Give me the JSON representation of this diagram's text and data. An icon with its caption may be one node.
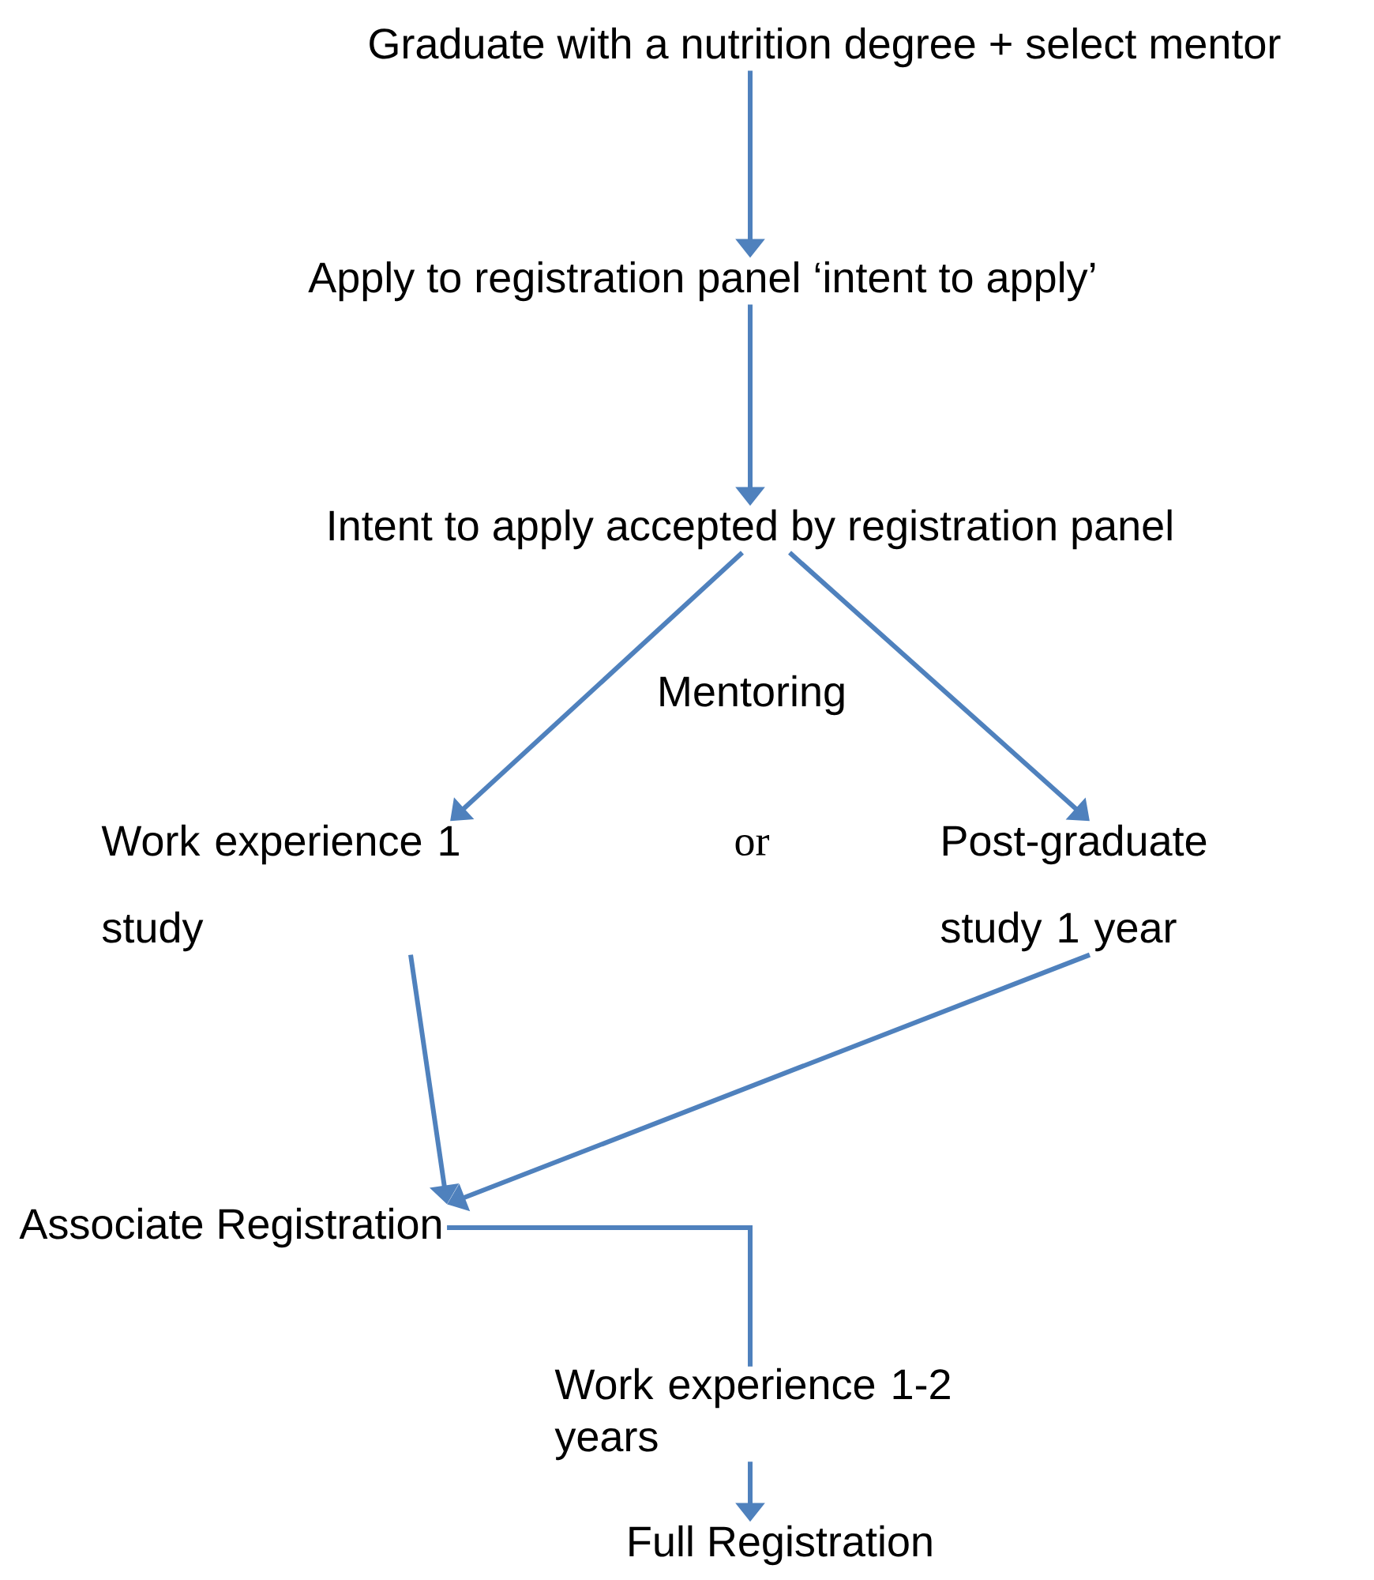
{
  "diagram": {
    "nodes": [
      {
        "text": [
          "Graduate with a nutrition degree + select mentor"
        ]
      },
      {
        "text": [
          "Apply to registration panel ‘intent to apply’"
        ]
      },
      {
        "text": [
          "Intent to apply accepted by registration panel"
        ]
      },
      {
        "text": [
          "Work experience 1 study"
        ]
      },
      {
        "text": [
          "Post-graduate study 1 year"
        ]
      },
      {
        "text": [
          "Associate Registration"
        ]
      },
      {
        "text": [
          "Full Registration"
        ]
      }
    ],
    "edges": [
      {
        "from": 0,
        "to": 1,
        "arrow": "to"
      },
      {
        "from": 1,
        "to": 2,
        "arrow": "to"
      },
      {
        "from": 2,
        "to": 3,
        "arrow": "to"
      },
      {
        "from": 2,
        "to": 4,
        "arrow": "to"
      },
      {
        "from": 3,
        "to": 5,
        "arrow": "to"
      },
      {
        "from": 4,
        "to": 5,
        "arrow": "to"
      },
      {
        "from": 5,
        "to": 6,
        "arrow": "to",
        "label": "Work experience 1-2 years"
      }
    ],
    "labels": [
      "Mentoring",
      "or"
    ]
  }
}
